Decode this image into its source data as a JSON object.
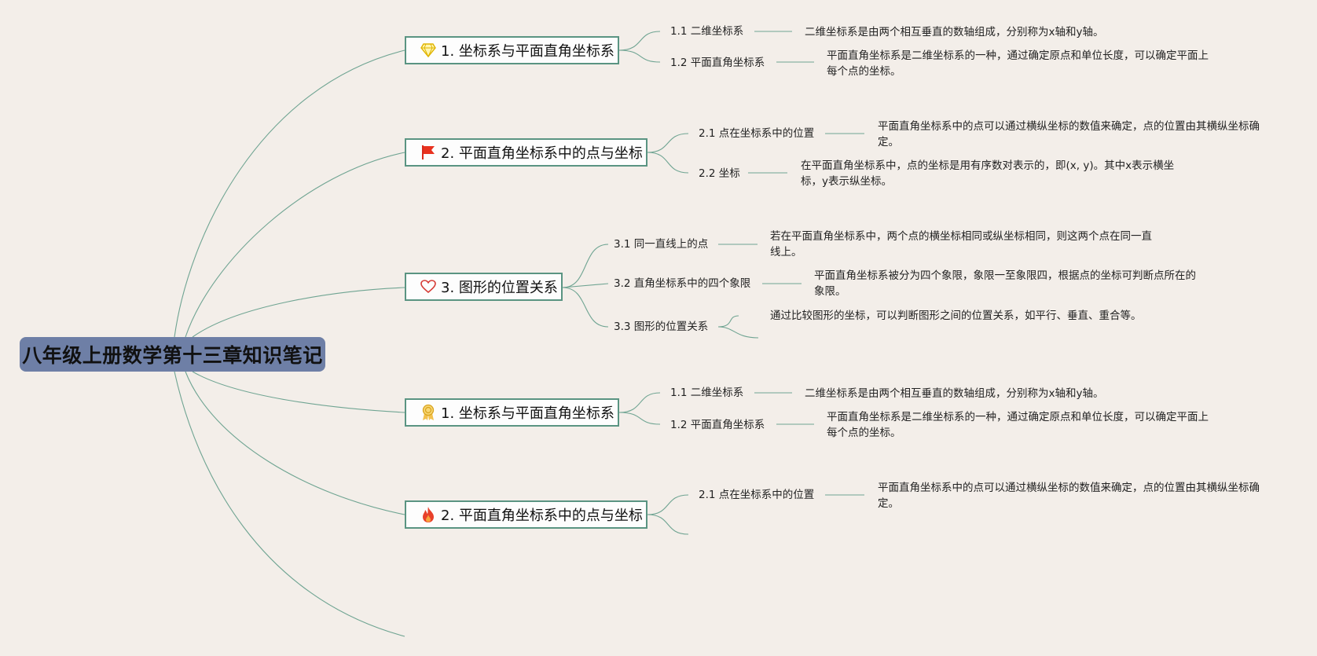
{
  "root": {
    "title": "八年级上册数学第十三章知识笔记"
  },
  "topics": [
    {
      "label": "1. 坐标系与平面直角坐标系",
      "icon": "diamond-icon",
      "subs": [
        {
          "label": "1.1 二维坐标系",
          "desc": "二维坐标系是由两个相互垂直的数轴组成，分别称为x轴和y轴。"
        },
        {
          "label": "1.2 平面直角坐标系",
          "desc": "平面直角坐标系是二维坐标系的一种，通过确定原点和单位长度，可以确定平面上每个点的坐标。"
        }
      ]
    },
    {
      "label": "2. 平面直角坐标系中的点与坐标",
      "icon": "red-flag-icon",
      "subs": [
        {
          "label": "2.1 点在坐标系中的位置",
          "desc": "平面直角坐标系中的点可以通过横纵坐标的数值来确定，点的位置由其横纵坐标确定。"
        },
        {
          "label": "2.2 坐标",
          "desc": "在平面直角坐标系中，点的坐标是用有序数对表示的，即(x, y)。其中x表示横坐标，y表示纵坐标。"
        }
      ]
    },
    {
      "label": "3. 图形的位置关系",
      "icon": "heart-icon",
      "subs": [
        {
          "label": "3.1 同一直线上的点",
          "desc": "若在平面直角坐标系中，两个点的横坐标相同或纵坐标相同，则这两个点在同一直线上。"
        },
        {
          "label": "3.2 直角坐标系中的四个象限",
          "desc": "平面直角坐标系被分为四个象限，象限一至象限四，根据点的坐标可判断点所在的象限。"
        },
        {
          "label": "3.3 图形的位置关系",
          "desc": "通过比较图形的坐标，可以判断图形之间的位置关系，如平行、垂直、重合等。"
        }
      ]
    },
    {
      "label": "1. 坐标系与平面直角坐标系",
      "icon": "award-medal-icon",
      "subs": [
        {
          "label": "1.1 二维坐标系",
          "desc": "二维坐标系是由两个相互垂直的数轴组成，分别称为x轴和y轴。"
        },
        {
          "label": "1.2 平面直角坐标系",
          "desc": "平面直角坐标系是二维坐标系的一种，通过确定原点和单位长度，可以确定平面上每个点的坐标。"
        }
      ]
    },
    {
      "label": "2. 平面直角坐标系中的点与坐标",
      "icon": "fire-icon",
      "subs": [
        {
          "label": "2.1 点在坐标系中的位置",
          "desc": "平面直角坐标系中的点可以通过横纵坐标的数值来确定，点的位置由其横纵坐标确定。"
        }
      ]
    }
  ],
  "colors": {
    "background": "#f3eee9",
    "root_fill": "#6e7fa6",
    "topic_border": "#5a9482",
    "connector": "#6fa492"
  }
}
